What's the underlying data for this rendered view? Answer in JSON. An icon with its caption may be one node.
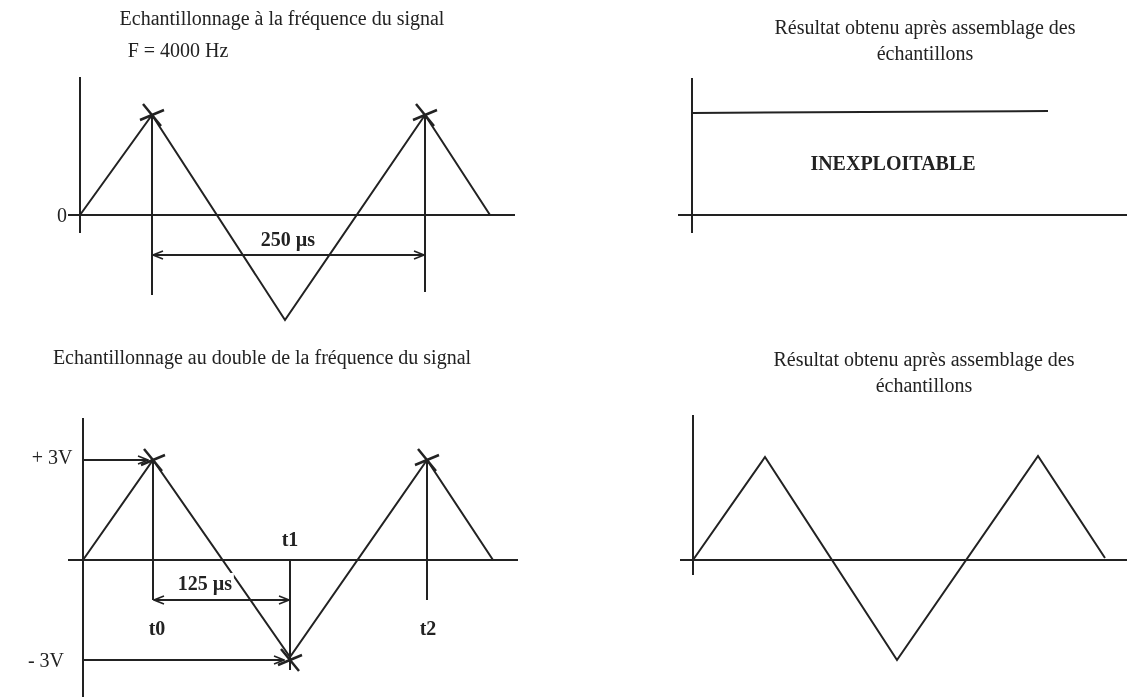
{
  "diagram": {
    "labels": [
      "Echantillonnage à la fréquence du signal",
      "Résultat obtenu après assemblage des échantillons",
      "F = 4000 Hz",
      "0",
      "INEXPLOITABLE",
      "250 µs",
      "Echantillonnage au double de la fréquence du signal",
      "Résultat obtenu après assemblage des échantillons",
      "+ 3V",
      "t1",
      "125 µs",
      "t0",
      "t2",
      "- 3V"
    ]
  }
}
